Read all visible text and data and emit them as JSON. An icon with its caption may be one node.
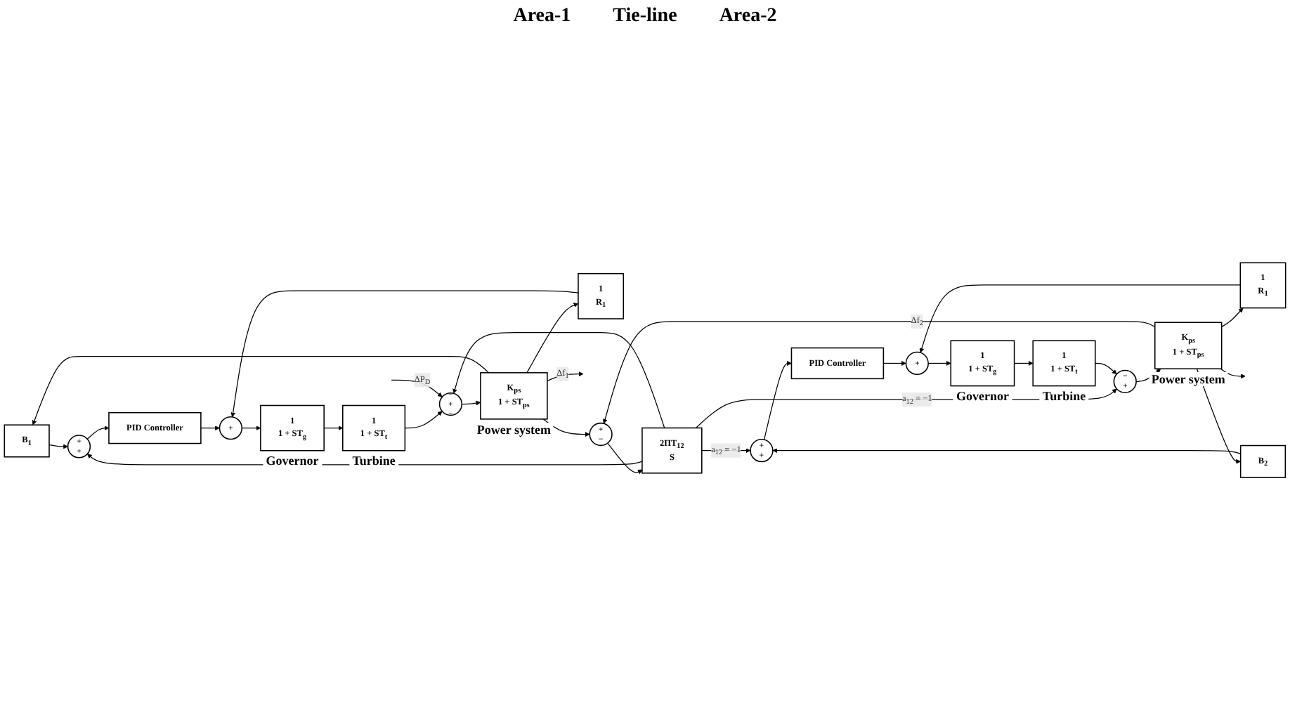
{
  "diagram": {
    "nodes": [
      {
        "text": [
          "B$_{1}$"
        ]
      },
      {
        "text": [
          "+",
          "+"
        ]
      },
      {
        "text": [
          "PID Controller"
        ]
      },
      {
        "text": [
          "1",
          "R$_{1}$"
        ]
      },
      {
        "text": [
          "+"
        ]
      },
      {
        "text": [
          "1",
          "1 + ST$_{g}$"
        ],
        "beside": [
          "Governor"
        ]
      },
      {
        "text": [
          "1",
          "1 + ST$_{t}$"
        ],
        "beside": [
          "Turbine"
        ]
      },
      {
        "text": [
          "−",
          "+",
          "−"
        ]
      },
      {
        "text": [
          "K$_{ps}$",
          "1 + ST$_{ps}$"
        ],
        "beside": [
          "Power system"
        ]
      },
      {
        "text": [
          "2ΠT$_{12}$",
          "S"
        ]
      },
      {
        "text": [
          "+",
          "−"
        ]
      },
      {
        "text": [
          "+",
          "+"
        ]
      },
      {
        "text": [
          "PID Controller"
        ]
      },
      {
        "text": [
          "+"
        ]
      },
      {
        "text": [
          "1",
          "1 + ST$_{g}$"
        ],
        "beside": [
          "Governor"
        ]
      },
      {
        "text": [
          "1",
          "1 + ST$_{t}$"
        ],
        "beside": [
          "Turbine"
        ]
      },
      {
        "text": [
          "−",
          "+"
        ]
      },
      {
        "text": [
          "K$_{ps}$",
          "1 + ST$_{ps}$"
        ],
        "beside": [
          "Power system"
        ]
      },
      {
        "text": [
          "1",
          "R$_{1}$"
        ]
      },
      {
        "text": [
          "B$_{2}$"
        ]
      }
    ],
    "edges": [
      {
        "from": 8,
        "to": 0,
        "arrow": "to"
      },
      {
        "from": 8,
        "to": 3,
        "arrow": "to"
      },
      {
        "from": 0,
        "to": 1,
        "arrow": "to"
      },
      {
        "from": 1,
        "to": 2,
        "arrow": "to"
      },
      {
        "from": 2,
        "to": 4,
        "arrow": "to"
      },
      {
        "from": 3,
        "to": 4,
        "arrow": "to"
      },
      {
        "from": 4,
        "to": 5,
        "arrow": "to"
      },
      {
        "from": 5,
        "to": 6,
        "arrow": "to"
      },
      {
        "from": 6,
        "to": 7,
        "arrow": "to"
      },
      {
        "from": null,
        "to": 7,
        "arrow": "to",
        "label": "ΔP$_{D}$"
      },
      {
        "from": 7,
        "to": 8,
        "arrow": "to"
      },
      {
        "from": 8,
        "to": null,
        "arrow": "to",
        "label": "Δf$_{1}$"
      },
      {
        "from": 8,
        "to": 10,
        "arrow": "to"
      },
      {
        "from": 17,
        "to": 10,
        "arrow": "to",
        "label": "Δf$_{2}$"
      },
      {
        "from": 10,
        "to": 9,
        "arrow": "to"
      },
      {
        "from": 9,
        "to": 1,
        "arrow": "to"
      },
      {
        "from": 9,
        "to": 7,
        "arrow": "to"
      },
      {
        "from": 9,
        "to": 11,
        "arrow": "to",
        "label": "a$_{12}$ = −1"
      },
      {
        "from": 9,
        "to": 16,
        "arrow": "to",
        "label": "a$_{12}$ = −1"
      },
      {
        "from": 11,
        "to": 12,
        "arrow": "to"
      },
      {
        "from": 12,
        "to": 13,
        "arrow": "to"
      },
      {
        "from": 18,
        "to": 13,
        "arrow": "to"
      },
      {
        "from": 13,
        "to": 14,
        "arrow": "to"
      },
      {
        "from": 14,
        "to": 15,
        "arrow": "to"
      },
      {
        "from": 15,
        "to": 16,
        "arrow": "to"
      },
      {
        "from": 16,
        "to": 17,
        "arrow": "to"
      },
      {
        "from": 17,
        "to": null,
        "arrow": "to"
      },
      {
        "from": 17,
        "to": 18,
        "arrow": "to"
      },
      {
        "from": 17,
        "to": 19,
        "arrow": "to"
      },
      {
        "from": 19,
        "to": 11,
        "arrow": "to"
      }
    ],
    "labels": [
      "Area-1",
      "Tie-line",
      "Area-2"
    ]
  }
}
